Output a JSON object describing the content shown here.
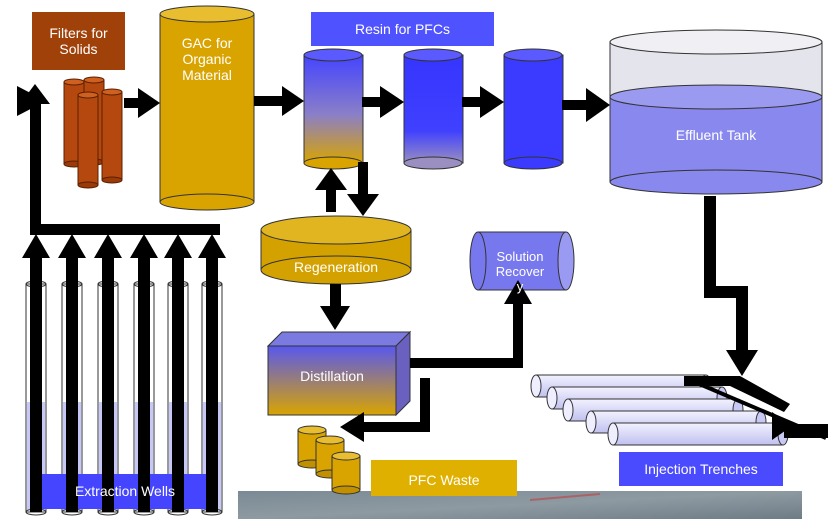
{
  "labels": {
    "filters": "Filters for\nSolids",
    "gac": "GAC for\nOrganic\nMaterial",
    "resin": "Resin for PFCs",
    "effluent_tank": "Effluent Tank",
    "regeneration": "Regeneration",
    "solution_recovery": "Solution\nRecover\ny",
    "distillation": "Distillation",
    "pfc_waste": "PFC Waste",
    "extraction_wells": "Extraction Wells",
    "injection_trenches": "Injection Trenches"
  },
  "colors": {
    "filters_label_bg": "#a0410a",
    "filter_rust": "#b5480f",
    "gac_gold": "#d9a400",
    "resin_label_bg": "#4f52ff",
    "resin_blue": "#3b3bff",
    "tank_blue": "#8888ee",
    "regeneration_gold": "#d4a200",
    "solution_blue": "#7878ee",
    "pfc_waste_bg": "#e0b000",
    "extraction_label_bg": "#4545ff",
    "injection_label_bg": "#4a4aff",
    "arrow": "#000000",
    "trench_fill": "#d8d8ff"
  },
  "icons": {
    "arrow": "thick-black-arrow",
    "well": "transparent-cylinder",
    "trench": "horizontal-pipe"
  }
}
